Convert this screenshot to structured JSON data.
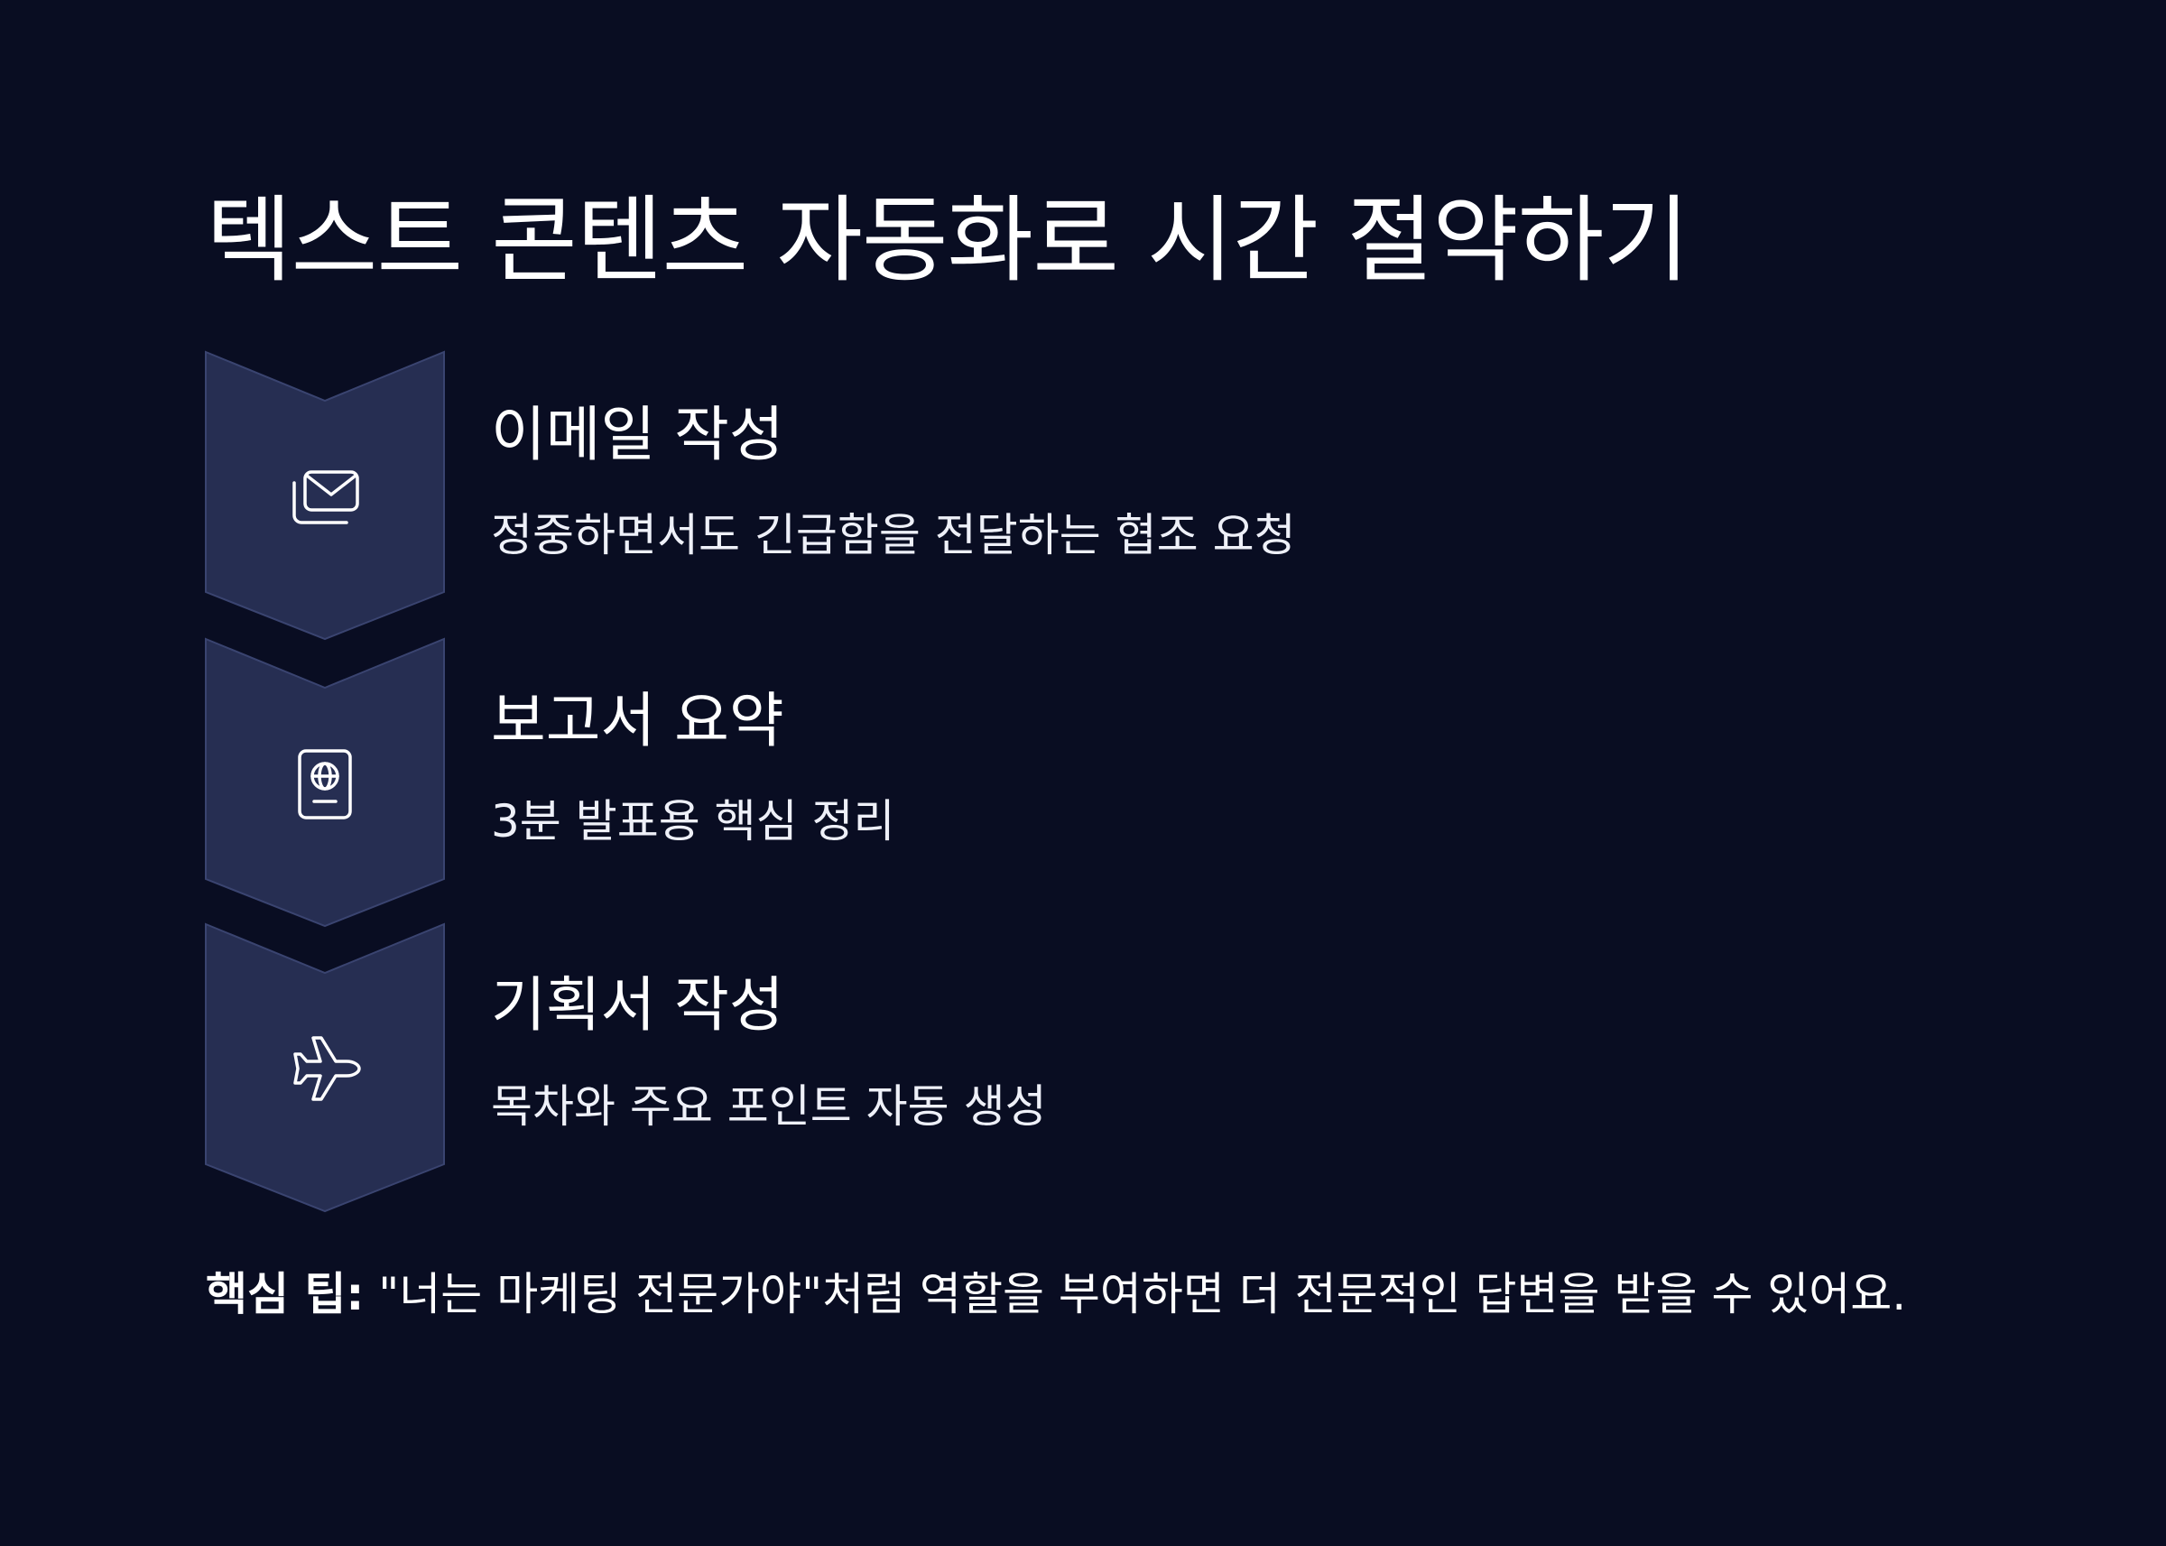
{
  "slide": {
    "title": "텍스트 콘텐츠 자동화로 시간 절약하기",
    "colors": {
      "background": "#090d22",
      "chevron_fill": "#262e52",
      "chevron_border": "#3a4470",
      "text": "#ffffff"
    },
    "steps": [
      {
        "title": "이메일 작성",
        "description": "정중하면서도 긴급함을 전달하는 협조 요청",
        "icon": "mail-stack-icon"
      },
      {
        "title": "보고서 요약",
        "description": "3분 발표용 핵심 정리",
        "icon": "passport-globe-icon"
      },
      {
        "title": "기획서 작성",
        "description": "목차와 주요 포인트 자동 생성",
        "icon": "airplane-icon"
      }
    ],
    "tip": {
      "label": "핵심 팁:",
      "text": " \"너는 마케팅 전문가야\"처럼 역할을 부여하면 더 전문적인 답변을 받을 수 있어요."
    }
  }
}
